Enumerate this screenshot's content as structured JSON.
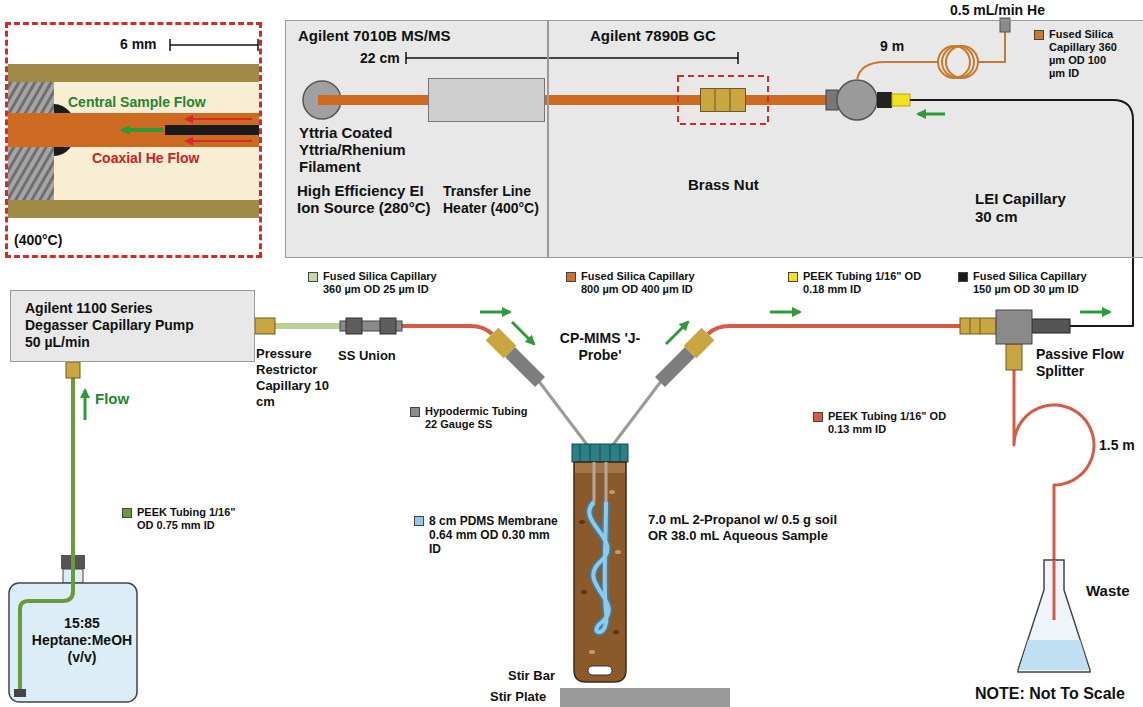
{
  "diagram": {
    "nodes": [
      {
        "text": [
          "(400°C)"
        ]
      },
      {
        "text": [
          "Agilent 7010B MS/MS",
          "Yttria Coated Yttria/Rhenium Filament",
          "High Efficiency EI Ion Source (280°C)"
        ]
      },
      {
        "text": [
          "Transfer Line Heater (400°C)"
        ],
        "in": 1
      },
      {
        "text": [
          "Agilent 7890B GC"
        ]
      },
      {
        "text": [
          "Brass Nut"
        ],
        "in": 3
      },
      {
        "text": [
          "Agilent 1100 Series Degasser Capillary Pump 50 µL/min"
        ]
      },
      {
        "text": [
          "SS Union"
        ]
      },
      {
        "text": [
          "CP-MIMS 'J-Probe'"
        ]
      },
      {
        "text": [
          "7.0 mL 2-Propanol w/ 0.5 g soil OR 38.0 mL Aqueous Sample"
        ]
      },
      {
        "text": [
          "Passive Flow Splitter"
        ]
      },
      {
        "text": [
          "Waste"
        ]
      },
      {
        "text": [
          "15:85 Heptane:MeOH (v/v)"
        ]
      },
      {
        "text": [
          "Stir Plate"
        ]
      }
    ],
    "edges": [
      {
        "from": 11,
        "to": 5,
        "arrow": "none"
      },
      {
        "from": 5,
        "to": 6,
        "arrow": "none"
      },
      {
        "from": 6,
        "to": 7,
        "arrow": "none"
      },
      {
        "from": 7,
        "to": 9,
        "arrow": "none"
      },
      {
        "from": 9,
        "to": 3,
        "arrow": "none"
      },
      {
        "from": 9,
        "to": 10,
        "arrow": "none"
      }
    ],
    "labels": [
      "6 mm",
      "Central Sample Flow",
      "Coaxial He Flow",
      "22 cm",
      "0.5 mL/min He",
      "9 m",
      "LEI Capillary 30 cm",
      "Pressure Restrictor Capillary 10 cm",
      "Flow",
      "Stir Bar",
      "1.5 m",
      "NOTE: Not To Scale"
    ],
    "legend": [
      {
        "text": "Fused Silica Capillary 360 µm OD 100 µm ID",
        "color": "#c8792e"
      },
      {
        "text": "Fused Silica Capillary 360 µm OD 25 µm ID",
        "color": "#c5d9a6"
      },
      {
        "text": "Fused Silica Capillary 800 µm OD 400 µm ID",
        "color": "#d0702a"
      },
      {
        "text": "PEEK Tubing 1/16\" OD 0.18 mm ID",
        "color": "#f2e21c"
      },
      {
        "text": "Fused Silica Capillary 150 µm OD 30 µm ID",
        "color": "#1a1a1a"
      },
      {
        "text": "PEEK Tubing 1/16\" OD 0.75 mm ID",
        "color": "#6a9a3c"
      },
      {
        "text": "Hypodermic Tubing 22 Gauge SS",
        "color": "#8c8c8c"
      },
      {
        "text": "8 cm PDMS Membrane 0.64 mm OD 0.30 mm ID",
        "color": "#8ecbea"
      },
      {
        "text": "PEEK Tubing 1/16\" OD 0.13 mm ID",
        "color": "#d65a44"
      }
    ]
  }
}
